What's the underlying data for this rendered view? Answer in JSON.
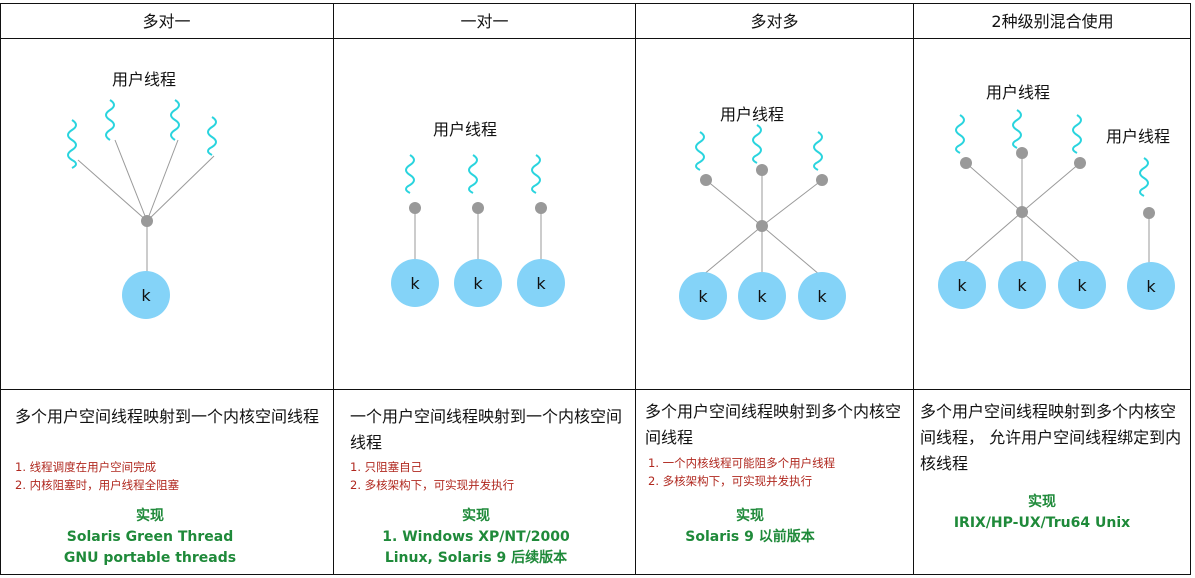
{
  "columns": [
    {
      "header": "多对一",
      "user_label": "用户线程",
      "description": "多个用户空间线程映射到一个内核空间线程",
      "notes": [
        "1. 线程调度在用户空间完成",
        "2. 内核阻塞时，用户线程全阻塞"
      ],
      "impl_title": "实现",
      "impl_lines": [
        "Solaris Green Thread",
        "GNU portable threads"
      ]
    },
    {
      "header": "一对一",
      "user_label": "用户线程",
      "description": "一个用户空间线程映射到一个内核空间线程",
      "notes": [
        "1. 只阻塞自己",
        "2. 多核架构下，可实现并发执行"
      ],
      "impl_title": "实现",
      "impl_lines": [
        "1. Windows XP/NT/2000",
        "Linux, Solaris 9 后续版本"
      ]
    },
    {
      "header": "多对多",
      "user_label": "用户线程",
      "description": "多个用户空间线程映射到多个内核空间线程",
      "notes": [
        "1. 一个内核线程可能阻多个用户线程",
        "2. 多核架构下，可实现并发执行"
      ],
      "impl_title": "实现",
      "impl_lines": [
        "Solaris 9 以前版本"
      ]
    },
    {
      "header": "2种级别混合使用",
      "user_label": "用户线程",
      "user_label_2": "用户线程",
      "description": "多个用户空间线程映射到多个内核空间线程，  允许用户空间线程绑定到内核线程",
      "notes": [],
      "impl_title": "实现",
      "impl_lines": [
        "IRIX/HP-UX/Tru64 Unix"
      ]
    }
  ],
  "kernel_label": "k",
  "colors": {
    "thread_wave": "#2ad4de",
    "kernel_fill": "#84d3f8",
    "node": "#999999",
    "line": "#9a9a9a",
    "impl": "#1f8a3a",
    "notes": "#b0281f"
  }
}
